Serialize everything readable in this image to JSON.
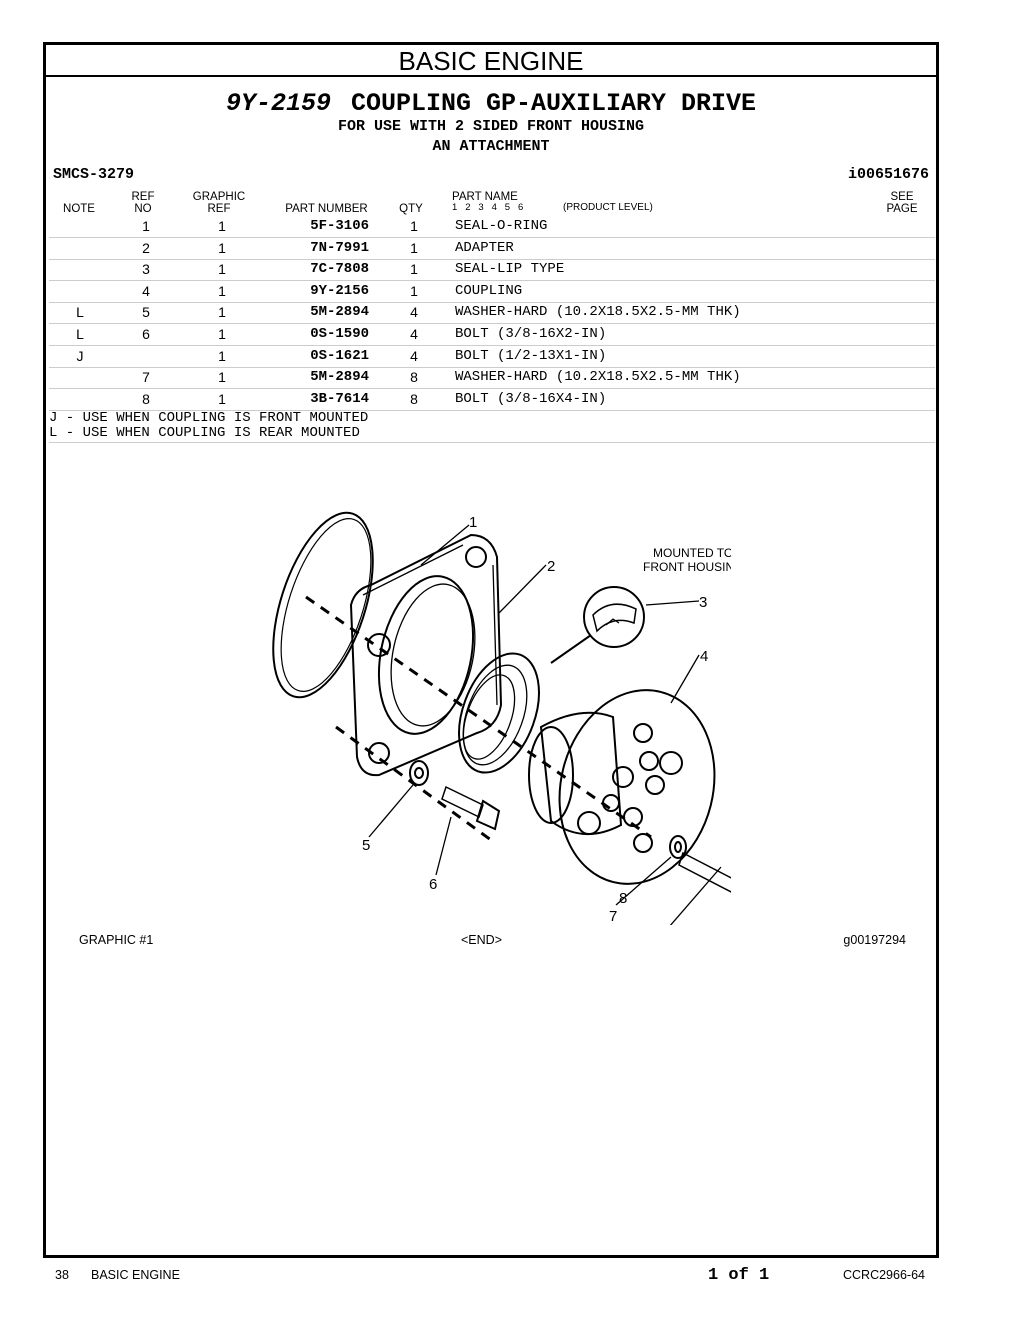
{
  "section_title": "BASIC ENGINE",
  "heading": {
    "part_number": "9Y-2159",
    "title": "COUPLING GP-AUXILIARY DRIVE"
  },
  "subtitles": [
    "FOR USE WITH 2 SIDED FRONT HOUSING",
    "AN ATTACHMENT"
  ],
  "smcs": "SMCS-3279",
  "doc_id": "i00651676",
  "columns": {
    "note": "NOTE",
    "ref_no_1": "REF",
    "ref_no_2": "NO",
    "graphic_ref_1": "GRAPHIC",
    "graphic_ref_2": "REF",
    "part_number": "PART NUMBER",
    "qty": "QTY",
    "part_name": "PART NAME",
    "levels": "1   2   3   4   5   6",
    "product_level": "(PRODUCT LEVEL)",
    "see_page_1": "SEE",
    "see_page_2": "PAGE"
  },
  "parts": [
    {
      "note": "",
      "ref": "1",
      "gref": "1",
      "pn": "5F-3106",
      "qty": "1",
      "name": "SEAL-O-RING"
    },
    {
      "note": "",
      "ref": "2",
      "gref": "1",
      "pn": "7N-7991",
      "qty": "1",
      "name": "ADAPTER"
    },
    {
      "note": "",
      "ref": "3",
      "gref": "1",
      "pn": "7C-7808",
      "qty": "1",
      "name": "SEAL-LIP TYPE"
    },
    {
      "note": "",
      "ref": "4",
      "gref": "1",
      "pn": "9Y-2156",
      "qty": "1",
      "name": "COUPLING"
    },
    {
      "note": "L",
      "ref": "5",
      "gref": "1",
      "pn": "5M-2894",
      "qty": "4",
      "name": "WASHER-HARD (10.2X18.5X2.5-MM THK)"
    },
    {
      "note": "L",
      "ref": "6",
      "gref": "1",
      "pn": "0S-1590",
      "qty": "4",
      "name": "BOLT (3/8-16X2-IN)"
    },
    {
      "note": "J",
      "ref": "",
      "gref": "1",
      "pn": "0S-1621",
      "qty": "4",
      "name": "BOLT (1/2-13X1-IN)"
    },
    {
      "note": "",
      "ref": "7",
      "gref": "1",
      "pn": "5M-2894",
      "qty": "8",
      "name": "WASHER-HARD (10.2X18.5X2.5-MM THK)"
    },
    {
      "note": "",
      "ref": "8",
      "gref": "1",
      "pn": "3B-7614",
      "qty": "8",
      "name": "BOLT (3/8-16X4-IN)"
    }
  ],
  "footnotes": [
    "J - USE WHEN COUPLING IS FRONT MOUNTED",
    "L - USE WHEN COUPLING IS REAR MOUNTED"
  ],
  "graphic": {
    "callouts": [
      "1",
      "2",
      "3",
      "4",
      "5",
      "6",
      "7",
      "8"
    ],
    "note_line1": "MOUNTED TO",
    "note_line2": "FRONT HOUSING",
    "caption_left": "GRAPHIC #1",
    "caption_center": "<END>",
    "caption_right": "g00197294"
  },
  "footer": {
    "page": "38",
    "section": "BASIC ENGINE",
    "page_of": "1 of 1",
    "doc": "CCRC2966-64"
  }
}
